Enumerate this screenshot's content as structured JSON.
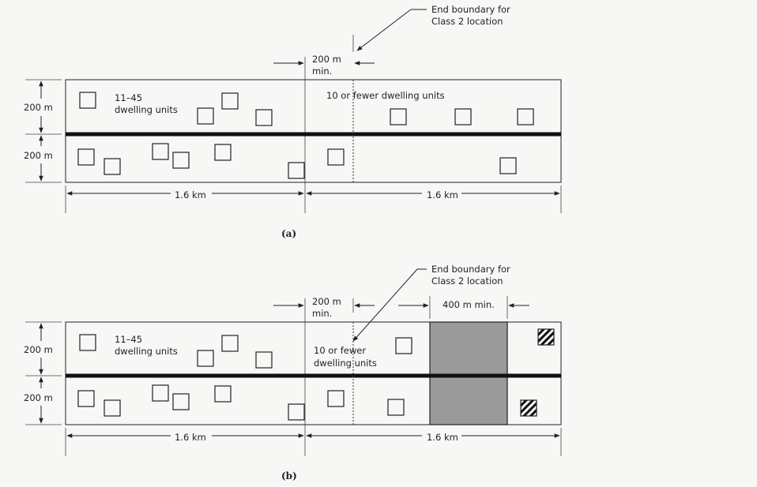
{
  "panels": [
    {
      "id": "a",
      "caption": "(a)",
      "callout": [
        "End boundary for",
        "Class 2 location"
      ],
      "gap_label": [
        "200 m",
        "min."
      ],
      "dim_top": "200 m",
      "dim_bottom": "200 m",
      "left_label": [
        "11–45",
        "dwelling units"
      ],
      "right_label": [
        "10 or fewer dwelling units"
      ],
      "len_left": "1.6 km",
      "len_right": "1.6 km"
    },
    {
      "id": "b",
      "caption": "(b)",
      "callout": [
        "End boundary for",
        "Class 2 location"
      ],
      "gap_label": [
        "200 m",
        "min."
      ],
      "gap_label_2": "400 m min.",
      "dim_top": "200 m",
      "dim_bottom": "200 m",
      "left_label": [
        "11–45",
        "dwelling units"
      ],
      "right_label": [
        "10 or fewer",
        "dwelling units"
      ],
      "len_left": "1.6 km",
      "len_right": "1.6 km"
    }
  ]
}
